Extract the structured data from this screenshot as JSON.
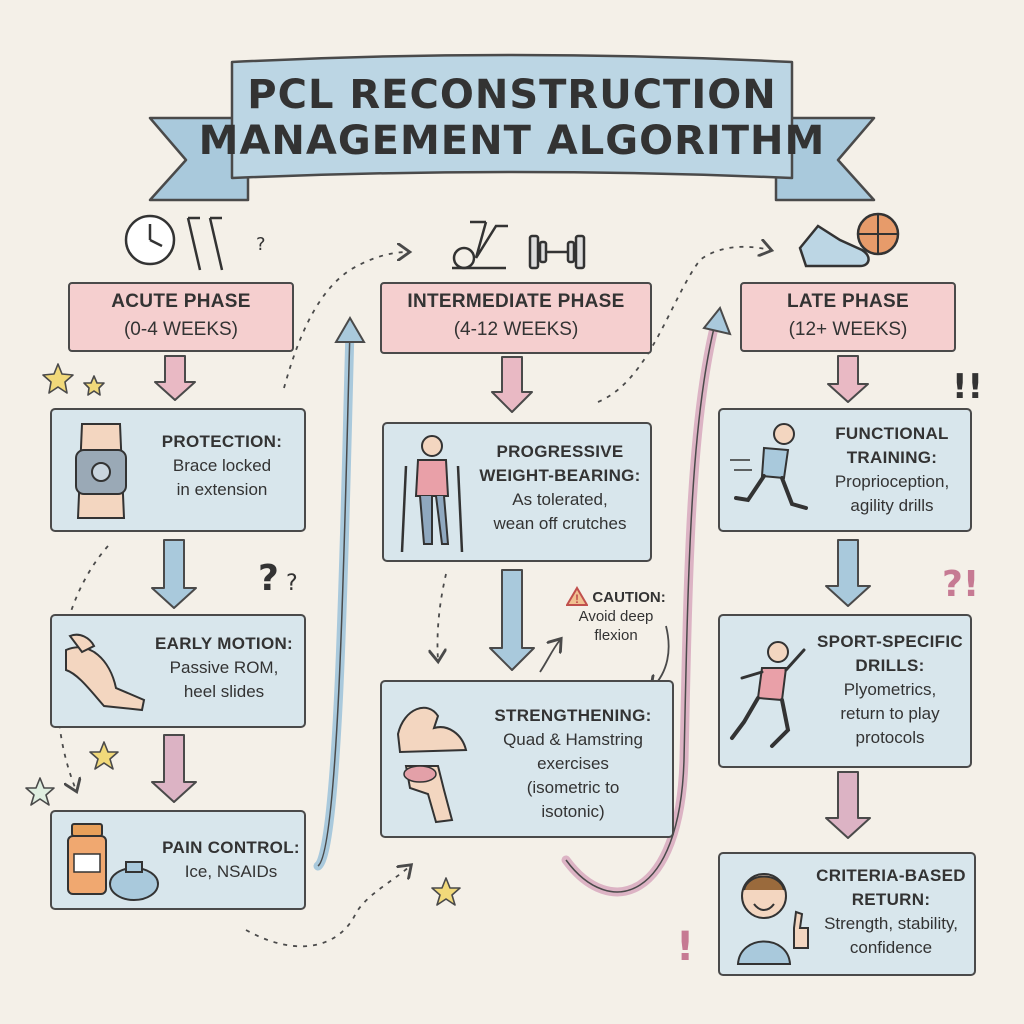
{
  "title": {
    "line1": "PCL RECONSTRUCTION",
    "line2": "MANAGEMENT ALGORITHM"
  },
  "phases": [
    {
      "name": "ACUTE PHASE",
      "duration": "(0-4 WEEKS)"
    },
    {
      "name": "INTERMEDIATE PHASE",
      "duration": "(4-12 WEEKS)"
    },
    {
      "name": "LATE PHASE",
      "duration": "(12+ WEEKS)"
    }
  ],
  "steps": [
    {
      "heading": "PROTECTION:",
      "detail": [
        "Brace locked",
        "in extension"
      ],
      "icon": "knee-brace-icon"
    },
    {
      "heading": "EARLY MOTION:",
      "detail": [
        "Passive ROM,",
        "heel slides"
      ],
      "icon": "leg-massage-icon"
    },
    {
      "heading": "PAIN CONTROL:",
      "detail": [
        "Ice, NSAIDs"
      ],
      "icon": "pill-bottle-ice-pack-icon"
    },
    {
      "heading": [
        "PROGRESSIVE",
        "WEIGHT-BEARING:"
      ],
      "detail": [
        "As tolerated,",
        "wean off crutches"
      ],
      "icon": "crutches-person-icon"
    },
    {
      "heading": "STRENGTHENING:",
      "detail": [
        "Quad & Hamstring",
        "exercises",
        "(isometric to",
        "isotonic)"
      ],
      "icon": "flexed-arm-leg-icon"
    },
    {
      "heading": [
        "FUNCTIONAL",
        "TRAINING:"
      ],
      "detail": [
        "Proprioception,",
        "agility drills"
      ],
      "icon": "runner-icon"
    },
    {
      "heading": [
        "SPORT-SPECIFIC",
        "DRILLS:"
      ],
      "detail": [
        "Plyometrics,",
        "return to play",
        "protocols"
      ],
      "icon": "jumping-athlete-icon"
    },
    {
      "heading": [
        "CRITERIA-BASED",
        "RETURN:"
      ],
      "detail": [
        "Strength, stability,",
        "confidence"
      ],
      "icon": "thumbs-up-person-icon"
    }
  ],
  "caution": {
    "heading": "CAUTION:",
    "detail": [
      "Avoid deep",
      "flexion"
    ],
    "icon": "warning-triangle-icon"
  },
  "decor_icons": [
    "clock-icon",
    "crutches-icon",
    "exercise-bike-icon",
    "dumbbell-icon",
    "sneaker-icon",
    "basketball-icon",
    "star-icon",
    "question-mark-icon",
    "exclamation-icon"
  ],
  "colors": {
    "background": "#f4f0e8",
    "phase_fill": "#f5cfcf",
    "step_fill": "#d8e6ec",
    "ribbon_fill": "#bcd6e4",
    "arrow_blue": "#a9c9dc",
    "arrow_pink": "#dcb3c4",
    "outline": "#4a4a4a"
  }
}
